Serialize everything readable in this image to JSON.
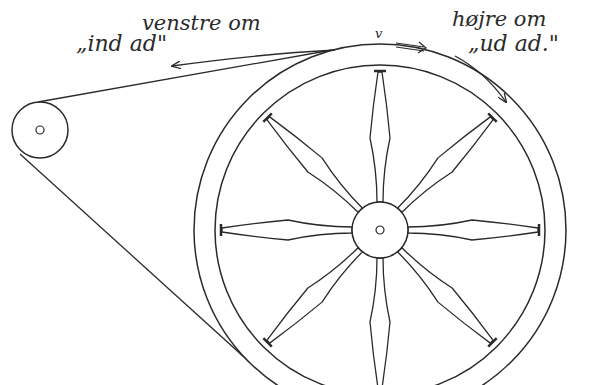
{
  "diagram": {
    "labels": [
      "venstre om",
      "„ind ad\"",
      "v",
      "højre om",
      "„ud ad.\""
    ]
  }
}
